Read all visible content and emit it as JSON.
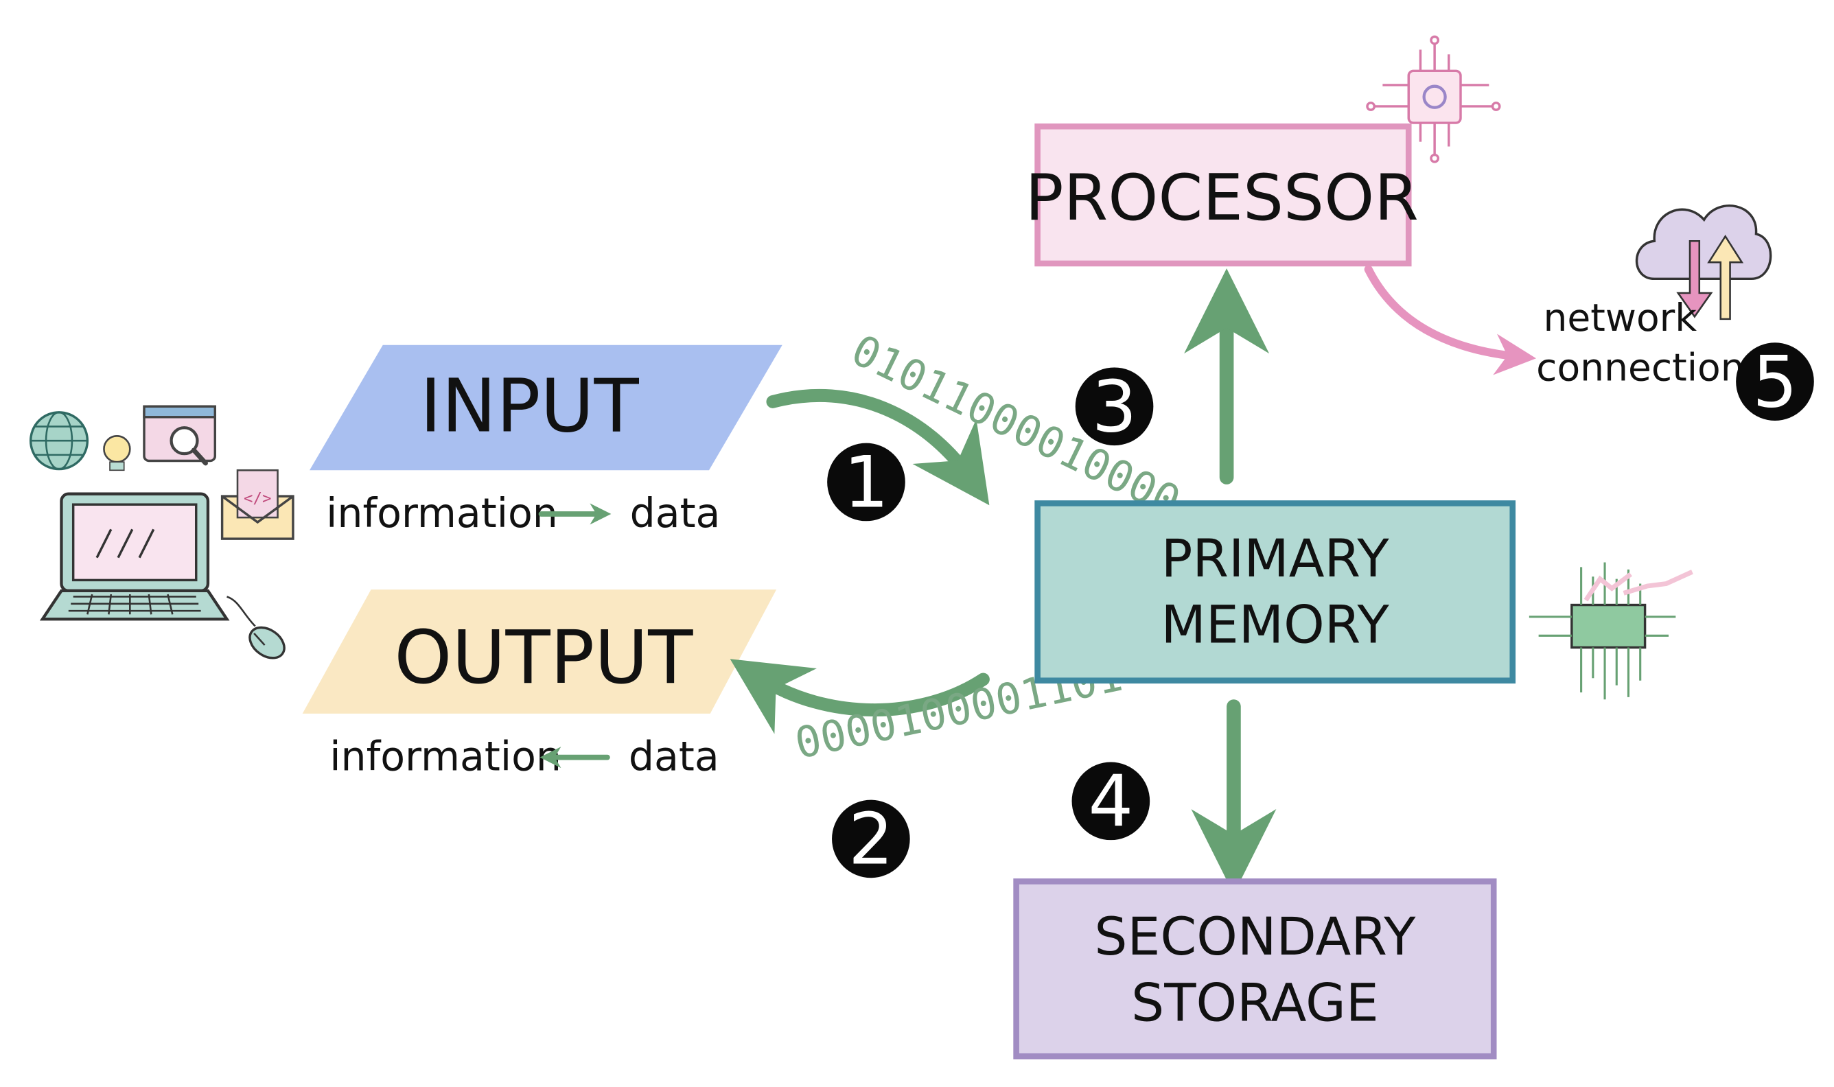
{
  "input": {
    "label": "INPUT",
    "from": "information",
    "to": "data",
    "color": "#a9bff0"
  },
  "output": {
    "label": "OUTPUT",
    "from": "information",
    "to": "data",
    "color": "#fae8c3"
  },
  "processor": {
    "label": "PROCESSOR",
    "fill": "#f9e4ef",
    "stroke": "#e096be"
  },
  "primary_memory": {
    "line1": "PRIMARY",
    "line2": "MEMORY",
    "fill": "#b2d9d3",
    "stroke": "#3e89a1"
  },
  "secondary_storage": {
    "line1": "SECONDARY",
    "line2": "STORAGE",
    "fill": "#dcd2ea",
    "stroke": "#a18cc3"
  },
  "network": {
    "line1": "network",
    "line2": "connection"
  },
  "binary": {
    "input_stream": "01011000010000",
    "output_stream": "0000100001101"
  },
  "steps": [
    "1",
    "2",
    "3",
    "4",
    "5"
  ],
  "colors": {
    "arrow_green": "#67a173",
    "arrow_pink": "#e694bf",
    "badge": "#0a0a0a"
  },
  "icons": [
    "laptop-icon",
    "globe-icon",
    "lightbulb-icon",
    "search-window-icon",
    "code-envelope-icon",
    "mouse-icon",
    "cpu-chip-icon",
    "cloud-transfer-icon",
    "circuit-chip-icon"
  ]
}
